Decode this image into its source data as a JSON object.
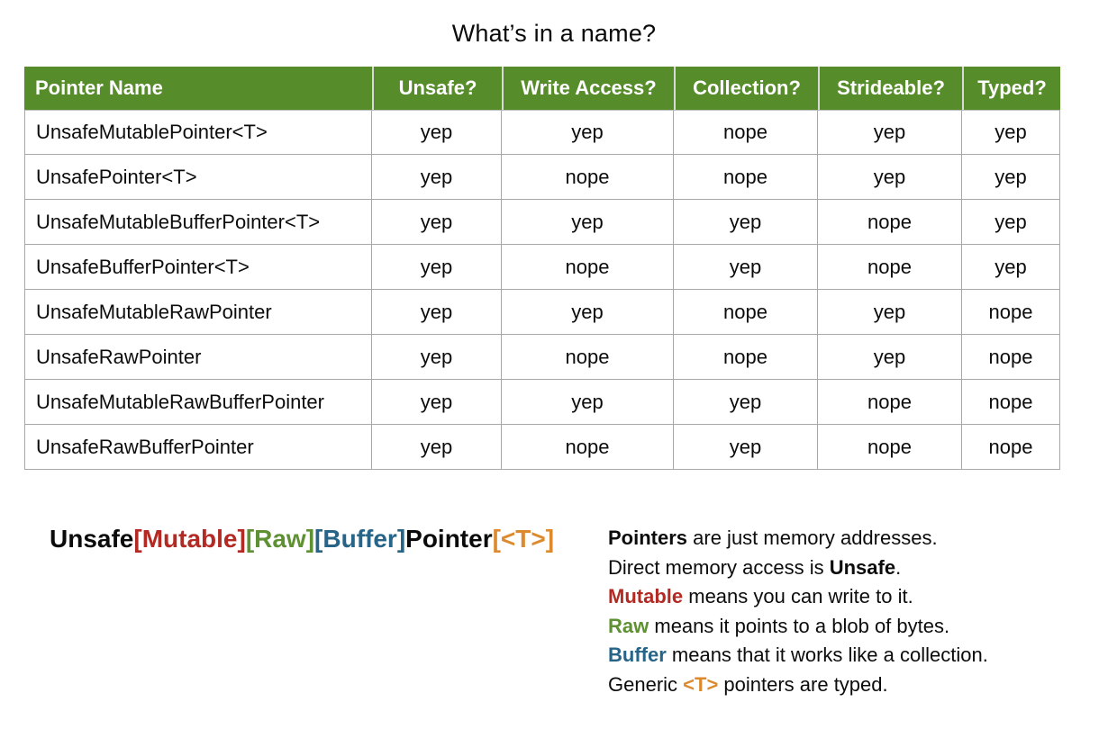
{
  "title": "What’s in a name?",
  "colors": {
    "header_bg": "#578c2b",
    "header_text": "#ffffff",
    "body_text": "#0c0c0c",
    "grid_line": "#a8a8a8",
    "mutable_red": "#b22a23",
    "raw_green": "#5f9033",
    "buffer_blue": "#266488",
    "generic_orange": "#dd8a2e",
    "black": "#0b0b0b"
  },
  "table": {
    "columns": [
      "Pointer Name",
      "Unsafe?",
      "Write Access?",
      "Collection?",
      "Strideable?",
      "Typed?"
    ],
    "rows": [
      {
        "name": "UnsafeMutablePointer<T>",
        "values": [
          "yep",
          "yep",
          "nope",
          "yep",
          "yep"
        ]
      },
      {
        "name": "UnsafePointer<T>",
        "values": [
          "yep",
          "nope",
          "nope",
          "yep",
          "yep"
        ]
      },
      {
        "name": "UnsafeMutableBufferPointer<T>",
        "values": [
          "yep",
          "yep",
          "yep",
          "nope",
          "yep"
        ]
      },
      {
        "name": "UnsafeBufferPointer<T>",
        "values": [
          "yep",
          "nope",
          "yep",
          "nope",
          "yep"
        ]
      },
      {
        "name": "UnsafeMutableRawPointer",
        "values": [
          "yep",
          "yep",
          "nope",
          "yep",
          "nope"
        ]
      },
      {
        "name": "UnsafeRawPointer",
        "values": [
          "yep",
          "nope",
          "nope",
          "yep",
          "nope"
        ]
      },
      {
        "name": "UnsafeMutableRawBufferPointer",
        "values": [
          "yep",
          "yep",
          "yep",
          "nope",
          "nope"
        ]
      },
      {
        "name": "UnsafeRawBufferPointer",
        "values": [
          "yep",
          "nope",
          "yep",
          "nope",
          "nope"
        ]
      }
    ]
  },
  "formula": {
    "segments": [
      {
        "text": "Unsafe",
        "color": "black"
      },
      {
        "text": "[Mutable]",
        "color": "mutable_red"
      },
      {
        "text": "[Raw]",
        "color": "raw_green"
      },
      {
        "text": "[Buffer]",
        "color": "buffer_blue"
      },
      {
        "text": "Pointer",
        "color": "black"
      },
      {
        "text": "[<T>]",
        "color": "generic_orange"
      }
    ]
  },
  "explanation": {
    "lines": [
      [
        {
          "text": "Pointers",
          "bold": true
        },
        {
          "text": " are just memory addresses."
        }
      ],
      [
        {
          "text": "Direct memory access is "
        },
        {
          "text": "Unsafe",
          "bold": true
        },
        {
          "text": "."
        }
      ],
      [
        {
          "text": "Mutable",
          "bold": true,
          "color": "mutable_red"
        },
        {
          "text": " means you can write to it."
        }
      ],
      [
        {
          "text": "Raw",
          "bold": true,
          "color": "raw_green"
        },
        {
          "text": " means it points to a blob of bytes."
        }
      ],
      [
        {
          "text": "Buffer",
          "bold": true,
          "color": "buffer_blue"
        },
        {
          "text": " means that it works like a collection."
        }
      ],
      [
        {
          "text": "Generic "
        },
        {
          "text": "<T>",
          "bold": true,
          "color": "generic_orange"
        },
        {
          "text": " pointers are typed."
        }
      ]
    ]
  }
}
